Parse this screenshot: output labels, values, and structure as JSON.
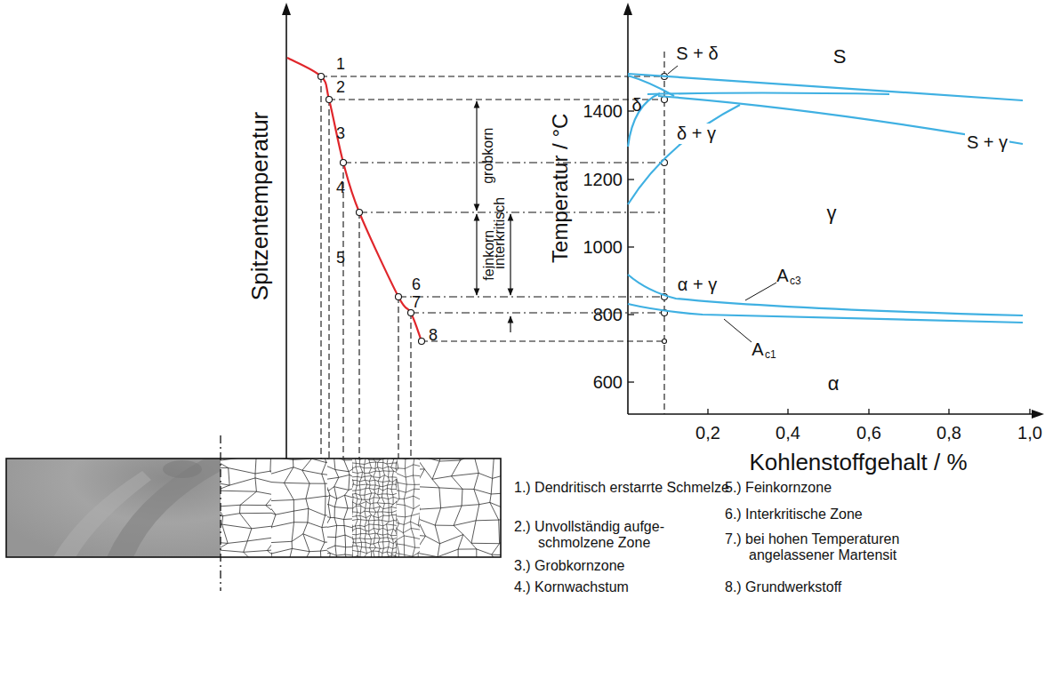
{
  "diagram": {
    "labels": [
      "Spitzentemperatur",
      "1",
      "2",
      "3",
      "4",
      "5",
      "6",
      "7",
      "8",
      "grobkorn",
      "feinkorn",
      "interkritisch",
      "Temperatur / °C",
      "1400",
      "1200",
      "1000",
      "800",
      "600",
      "S + δ",
      "S",
      "δ",
      "δ + γ",
      "S + γ",
      "γ",
      "α + γ",
      "A",
      "c3",
      "A",
      "c1",
      "α",
      "0,2",
      "0,4",
      "0,6",
      "0,8",
      "1,0",
      "Kohlenstoffgehalt / %",
      "1.) Dendritisch erstarrte Schmelze",
      "2.) Unvollständig aufge- schmolzene Zone",
      "3.) Grobkornzone",
      "4.) Kornwachstum",
      "5.) Feinkornzone",
      "6.) Interkritische Zone",
      "7.) bei hohen Temperaturen angelassener Martensit",
      "8.) Grundwerkstoff"
    ]
  }
}
